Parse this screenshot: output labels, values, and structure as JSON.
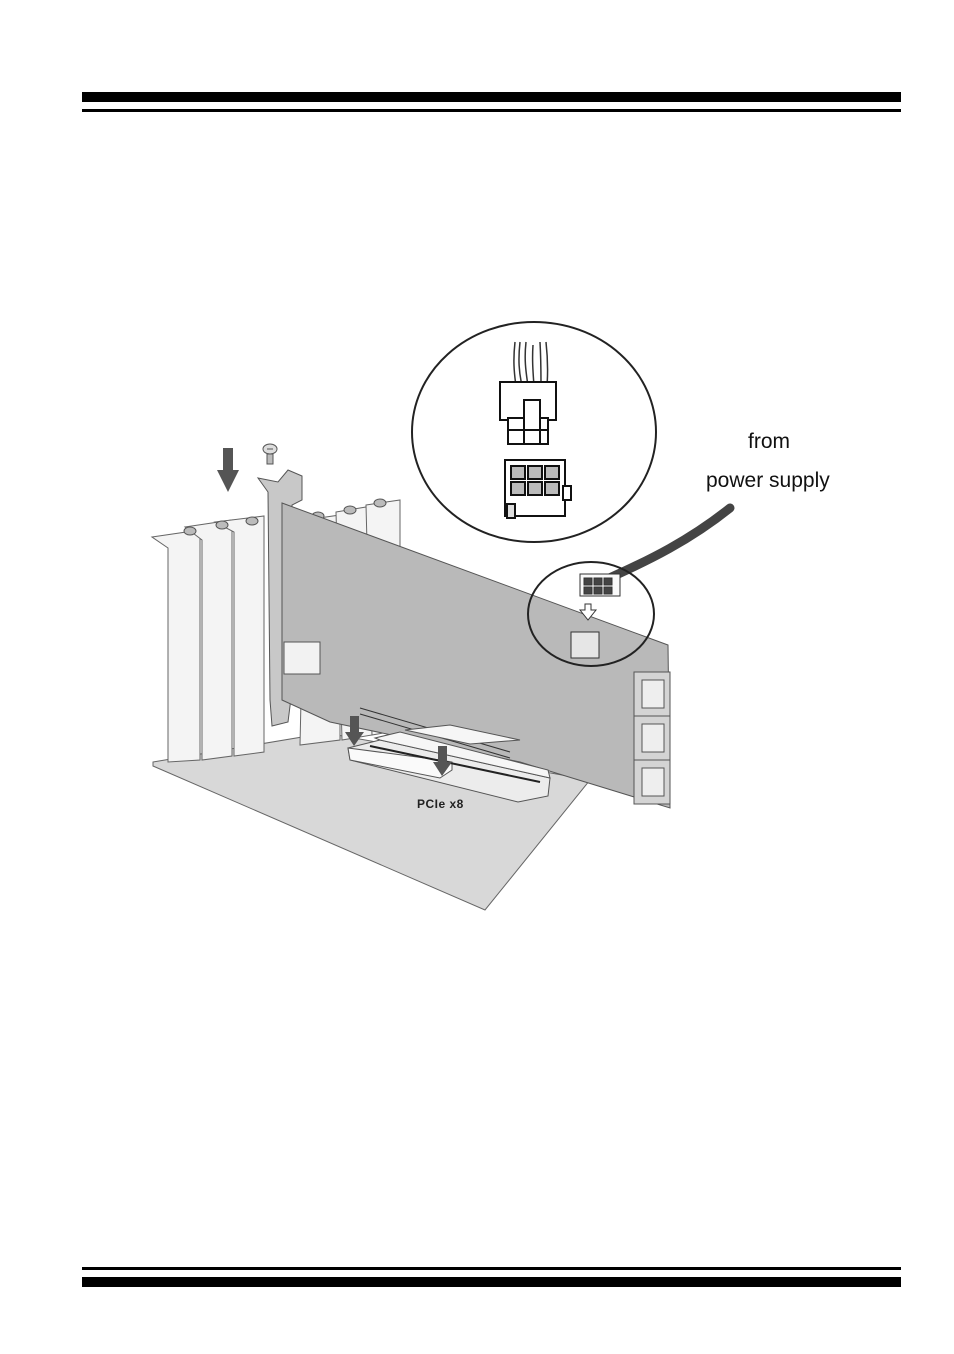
{
  "figure": {
    "callout_line1": "from",
    "callout_line2": "power supply",
    "slot_label": "PCIe x8"
  }
}
